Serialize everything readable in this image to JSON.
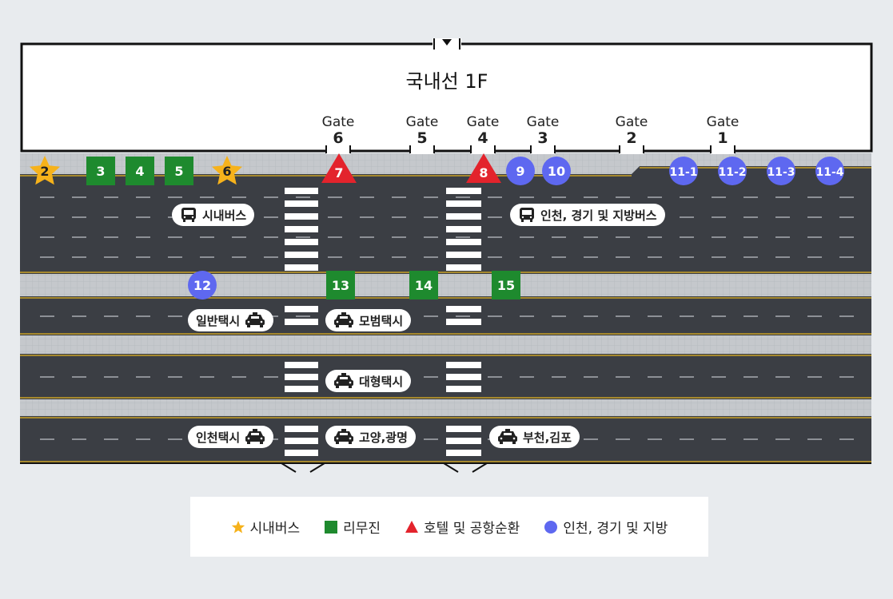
{
  "terminal": {
    "title": "국내선 1F"
  },
  "gates": [
    {
      "label": "Gate",
      "number": "6"
    },
    {
      "label": "Gate",
      "number": "5"
    },
    {
      "label": "Gate",
      "number": "4"
    },
    {
      "label": "Gate",
      "number": "3"
    },
    {
      "label": "Gate",
      "number": "2"
    },
    {
      "label": "Gate",
      "number": "1"
    }
  ],
  "stops": [
    {
      "label": "2",
      "category": "city-bus"
    },
    {
      "label": "3",
      "category": "limousine"
    },
    {
      "label": "4",
      "category": "limousine"
    },
    {
      "label": "5",
      "category": "limousine"
    },
    {
      "label": "6",
      "category": "city-bus"
    },
    {
      "label": "7",
      "category": "hotel-shuttle"
    },
    {
      "label": "8",
      "category": "hotel-shuttle"
    },
    {
      "label": "9",
      "category": "regional"
    },
    {
      "label": "10",
      "category": "regional"
    },
    {
      "label": "11-1",
      "category": "regional"
    },
    {
      "label": "11-2",
      "category": "regional"
    },
    {
      "label": "11-3",
      "category": "regional"
    },
    {
      "label": "11-4",
      "category": "regional"
    },
    {
      "label": "12",
      "category": "regional"
    },
    {
      "label": "13",
      "category": "limousine"
    },
    {
      "label": "14",
      "category": "limousine"
    },
    {
      "label": "15",
      "category": "limousine"
    }
  ],
  "lane_labels": [
    {
      "text": "시내버스",
      "icon": "bus-icon"
    },
    {
      "text": "인천, 경기 및 지방버스",
      "icon": "bus-icon"
    },
    {
      "text": "일반택시",
      "icon": "taxi-icon"
    },
    {
      "text": "모범택시",
      "icon": "taxi-icon"
    },
    {
      "text": "대형택시",
      "icon": "taxi-icon"
    },
    {
      "text": "인천택시",
      "icon": "taxi-icon"
    },
    {
      "text": "고양,광명",
      "icon": "taxi-icon"
    },
    {
      "text": "부천,김포",
      "icon": "taxi-icon"
    }
  ],
  "legend": [
    {
      "label": "시내버스",
      "icon": "star-icon",
      "color": "#f6b21b"
    },
    {
      "label": "리무진",
      "icon": "square-icon",
      "color": "#1e8a2e"
    },
    {
      "label": "호텔 및 공항순환",
      "icon": "triangle-icon",
      "color": "#e3232c"
    },
    {
      "label": "인천, 경기 및 지방",
      "icon": "circle-icon",
      "color": "#5e68f0"
    }
  ],
  "colors": {
    "city_bus": "#f6b21b",
    "limousine": "#1e8a2e",
    "hotel_shuttle": "#e3232c",
    "regional": "#5e68f0",
    "road": "#3b3e44",
    "sidewalk": "#c3c6ca",
    "background": "#e8ebee"
  }
}
